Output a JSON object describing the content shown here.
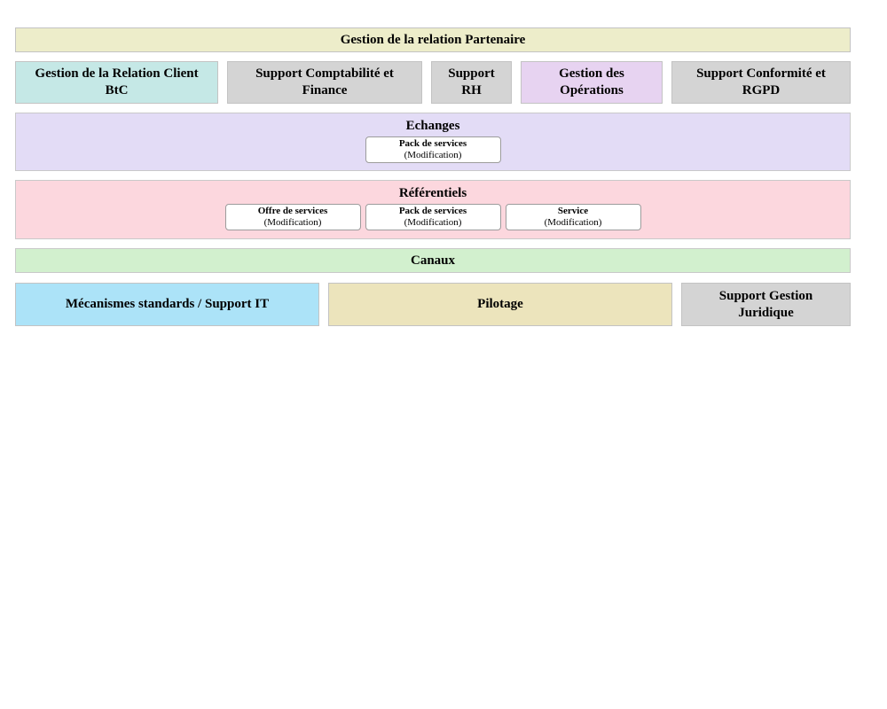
{
  "diagram": {
    "title_bar": {
      "label": "Gestion de la relation Partenaire",
      "bg": "#ededca"
    },
    "domain_row": {
      "items": [
        {
          "label": "Gestion de la Relation Client BtC",
          "bg": "#c5e8e6"
        },
        {
          "label": "Support Comptabilité et Finance",
          "bg": "#d4d4d4"
        },
        {
          "label": "Support RH",
          "bg": "#d4d4d4"
        },
        {
          "label": "Gestion des Opérations",
          "bg": "#e7d3f1"
        },
        {
          "label": "Support Conformité et RGPD",
          "bg": "#d4d4d4"
        }
      ]
    },
    "echanges": {
      "title": "Echanges",
      "bg": "#e3dcf6",
      "boxes": [
        {
          "name": "Pack de services",
          "action": "(Modification)"
        }
      ]
    },
    "referentiels": {
      "title": "Référentiels",
      "bg": "#fcd7de",
      "boxes": [
        {
          "name": "Offre de services",
          "action": "(Modification)"
        },
        {
          "name": "Pack de services",
          "action": "(Modification)"
        },
        {
          "name": "Service",
          "action": "(Modification)"
        }
      ]
    },
    "canaux": {
      "title": "Canaux",
      "bg": "#d2f0ce"
    },
    "bottom_row": {
      "items": [
        {
          "label": "Mécanismes standards / Support IT",
          "bg": "#ace3f8"
        },
        {
          "label": "Pilotage",
          "bg": "#ece4bc"
        },
        {
          "label": "Support Gestion Juridique",
          "bg": "#d4d4d4"
        }
      ]
    }
  }
}
